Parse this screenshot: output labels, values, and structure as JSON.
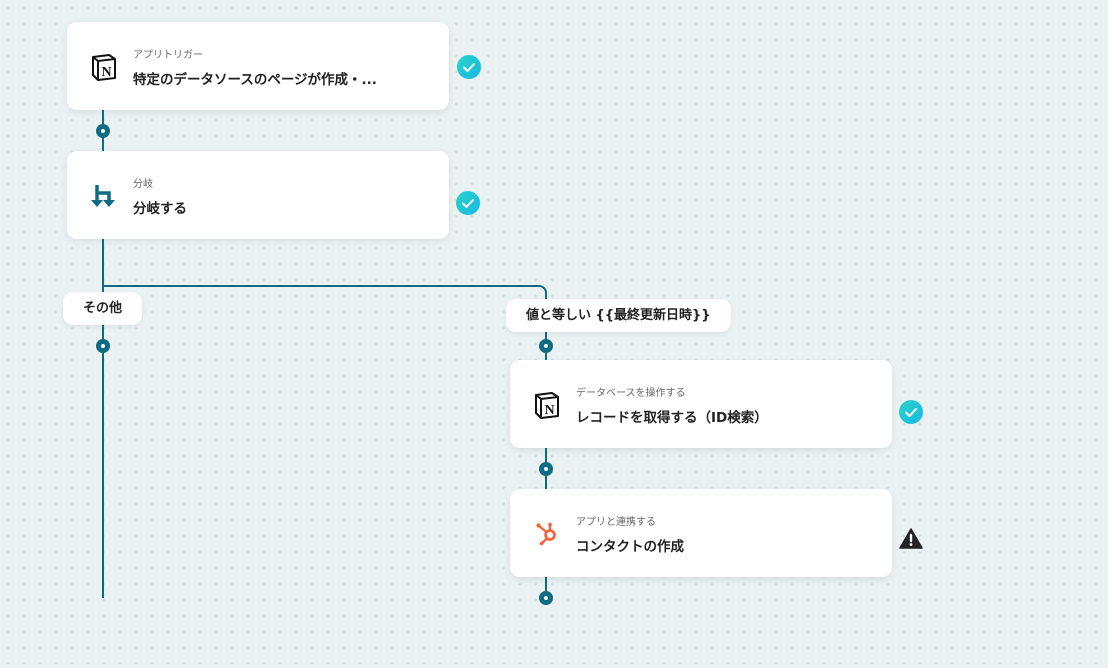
{
  "colors": {
    "line": "#0e6b84",
    "check": "#1fc3d9",
    "hubspot": "#ff5c35",
    "warning": "#222222"
  },
  "steps": [
    {
      "icon": "notion-icon",
      "subtitle": "アプリトリガー",
      "title": "特定のデータソースのページが作成・...",
      "status": "success"
    },
    {
      "icon": "branch-icon",
      "subtitle": "分岐",
      "title": "分岐する",
      "status": "success"
    },
    {
      "icon": "notion-icon",
      "subtitle": "データベースを操作する",
      "title": "レコードを取得する（ID検索）",
      "status": "success"
    },
    {
      "icon": "hubspot-icon",
      "subtitle": "アプリと連携する",
      "title": "コンタクトの作成",
      "status": "warning"
    }
  ],
  "branches": {
    "other": "その他",
    "condition": "値と等しい {{最終更新日時}}"
  }
}
